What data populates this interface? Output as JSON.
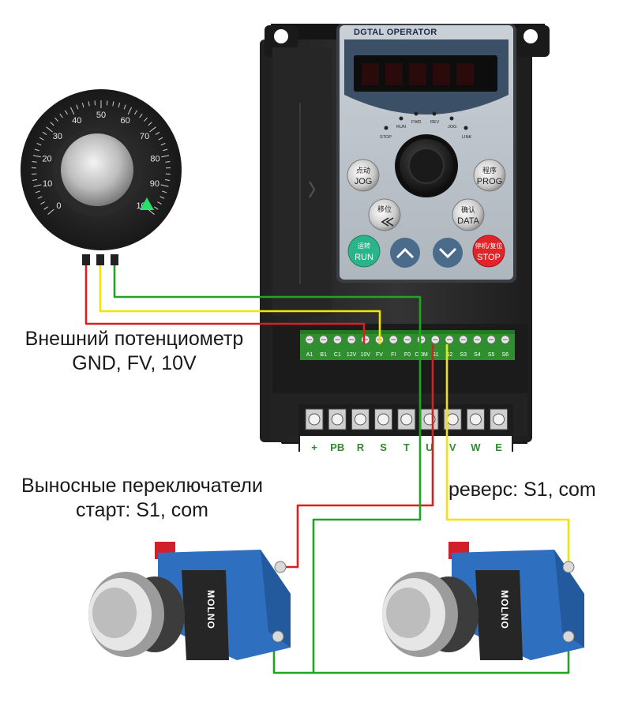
{
  "captions": {
    "potentiometer_line1": "Внешний потенциометр",
    "potentiometer_line2": "GND, FV, 10V",
    "start_line1": "Выносные переключатели",
    "start_line2": "старт: S1, com",
    "reverse": "реверс: S1, com"
  },
  "operator_panel": {
    "title": "DGTAL OPERATOR",
    "leds": [
      "RUN",
      "FWD",
      "REV",
      "JOG",
      "STOP",
      "LINK"
    ],
    "keys": {
      "jog_cn": "点动",
      "jog": "JOG",
      "prog_cn": "程序",
      "prog": "PROG",
      "shift_cn": "移位",
      "data_cn": "确认",
      "data": "DATA",
      "run_cn": "运转",
      "run": "RUN",
      "stop_cn": "停机/复位",
      "stop": "STOP"
    }
  },
  "control_terminals": [
    "A1",
    "B1",
    "C1",
    "12V",
    "10V",
    "FV",
    "FI",
    "F0",
    "COM",
    "S1",
    "S2",
    "S3",
    "S4",
    "S5",
    "S6"
  ],
  "power_terminals": [
    "+",
    "PB",
    "R",
    "S",
    "T",
    "U",
    "V",
    "W",
    "E"
  ],
  "dial": {
    "scale": [
      "0",
      "10",
      "20",
      "30",
      "40",
      "50",
      "60",
      "70",
      "80",
      "90",
      "100"
    ]
  },
  "switch_brand": "MOLNO",
  "colors": {
    "wire_red": "#e01c1c",
    "wire_yellow": "#f2e500",
    "wire_green": "#1fa51f",
    "terminal_green": "#2f8f2f",
    "housing": "#2b2b2b",
    "panel": "#b9c1c9",
    "run_key": "#2bb38a",
    "stop_key": "#e0242a",
    "switch_blue": "#2f6fbf"
  }
}
